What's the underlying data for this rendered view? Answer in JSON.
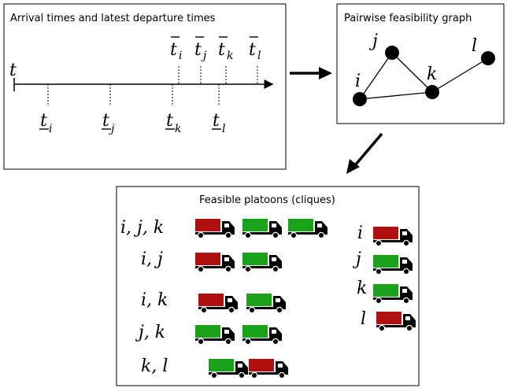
{
  "timeline_panel": {
    "title": "Arrival times and latest departure times",
    "axis_label": "t",
    "departures": [
      {
        "base": "t",
        "sub": "i"
      },
      {
        "base": "t",
        "sub": "j"
      },
      {
        "base": "t",
        "sub": "k"
      },
      {
        "base": "t",
        "sub": "l"
      }
    ],
    "arrivals": [
      {
        "base": "t",
        "sub": "i"
      },
      {
        "base": "t",
        "sub": "j"
      },
      {
        "base": "t",
        "sub": "k"
      },
      {
        "base": "t",
        "sub": "l"
      }
    ]
  },
  "graph_panel": {
    "title": "Pairwise feasibility graph",
    "nodes": [
      "i",
      "j",
      "k",
      "l"
    ],
    "edges": [
      [
        "i",
        "j"
      ],
      [
        "j",
        "k"
      ],
      [
        "i",
        "k"
      ],
      [
        "k",
        "l"
      ]
    ]
  },
  "platoon_panel": {
    "title": "Feasible platoons (cliques)",
    "cliques": [
      {
        "label": "i, j, k",
        "trucks": [
          "red",
          "green",
          "green"
        ]
      },
      {
        "label": "i, j",
        "trucks": [
          "red",
          "green"
        ]
      },
      {
        "label": "i, k",
        "trucks": [
          "red",
          "green"
        ]
      },
      {
        "label": "j, k",
        "trucks": [
          "green",
          "green"
        ]
      },
      {
        "label": "k, l",
        "trucks": [
          "green",
          "red"
        ]
      }
    ],
    "singles": [
      {
        "label": "i",
        "truck": "red"
      },
      {
        "label": "j",
        "truck": "green"
      },
      {
        "label": "k",
        "truck": "green"
      },
      {
        "label": "l",
        "truck": "red"
      }
    ]
  },
  "colors": {
    "red": "#b01010",
    "green": "#1aa31a",
    "cab": "#000000",
    "stroke": "#000000"
  },
  "icons": {
    "truck": "truck-icon",
    "arrow": "arrow-icon"
  }
}
